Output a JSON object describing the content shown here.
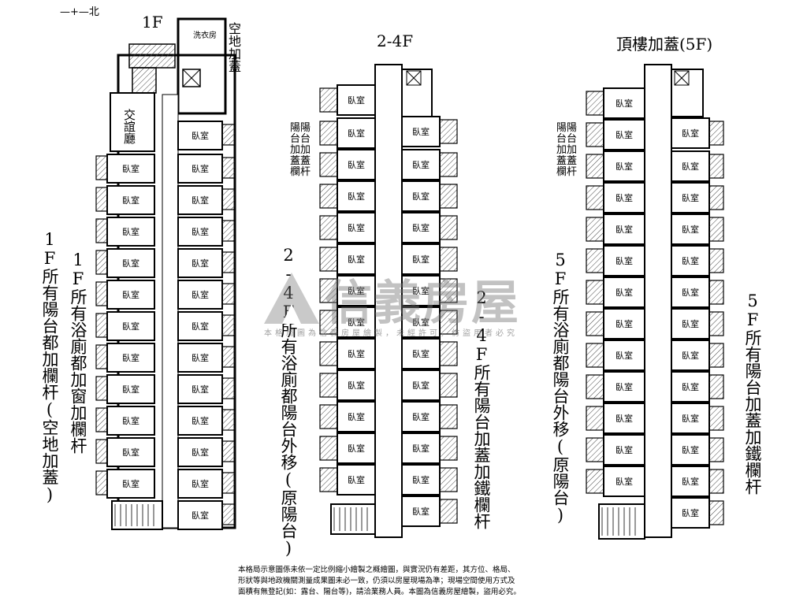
{
  "compass": {
    "label": "北"
  },
  "floors": {
    "f1": {
      "title": "1F",
      "laundry": "洗衣房",
      "lounge": "交誼廳",
      "vacant": "空地加蓋"
    },
    "f24": {
      "title": "2-4F"
    },
    "f5": {
      "title": "頂樓加蓋(5F)"
    }
  },
  "room_label": "臥室",
  "annotations": {
    "f1_balcony": "1F所有陽台都加欄杆(空地加蓋)",
    "f1_bath": "1F所有浴廁都加窗加欄杆",
    "f24_bath": "2-4F所有浴廁都陽台外移(原陽台)",
    "f24_balcony": "2-4F所有陽台加蓋加鐵欄杆",
    "f24_left": "陽陽台台加加蓋蓋欄杆",
    "f5_bath": "5F所有浴廁都陽台外移(原陽台)",
    "f5_balcony": "5F所有陽台加蓋加鐵欄杆",
    "f5_left": "陽陽台台加加蓋蓋欄杆"
  },
  "watermark": {
    "brand": "信義房屋",
    "sub": "本格局圖為信義房屋繪製，未經許可，仿盜用者必究"
  },
  "footer": {
    "line1": "本格局示意圖係未依一定比例縮小繪製之概繪圖，與實況仍有差距，其方位、格局、",
    "line2": "形狀等與地政機關測量成果圖未必一致，仍須以房屋現場為準；現場空間使用方式及",
    "line3": "面積有無登記(如：露台、陽台等)，請洽業務人員。本圖為信義房屋繪製，盜用必究。"
  }
}
